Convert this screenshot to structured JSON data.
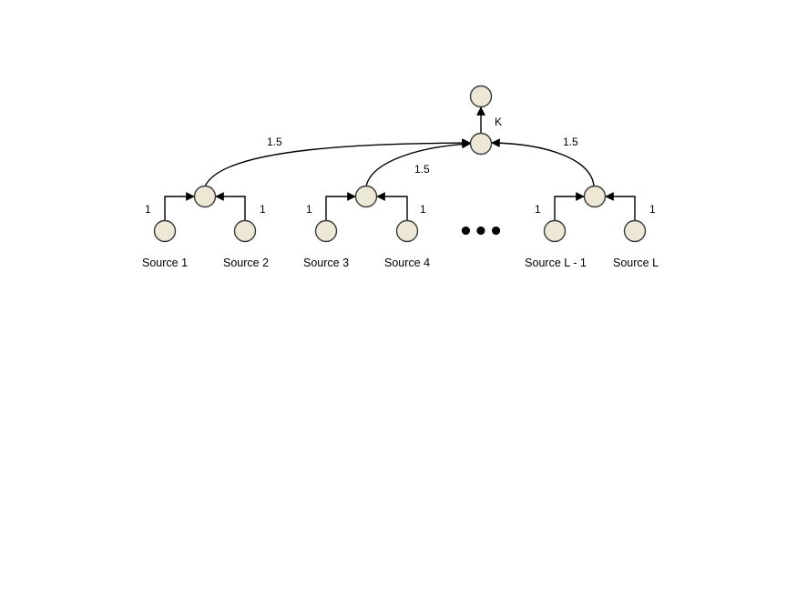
{
  "diagram": {
    "edge_labels": {
      "root_output": "K",
      "left_branch": "1.5",
      "middle_branch": "1.5",
      "right_branch": "1.5",
      "source_1": "1",
      "source_2": "1",
      "source_3": "1",
      "source_4": "1",
      "source_l_minus_1": "1",
      "source_l": "1"
    },
    "ellipsis": "•••",
    "sources": [
      "Source 1",
      "Source 2",
      "Source 3",
      "Source 4",
      "Source L - 1",
      "Source L"
    ]
  }
}
